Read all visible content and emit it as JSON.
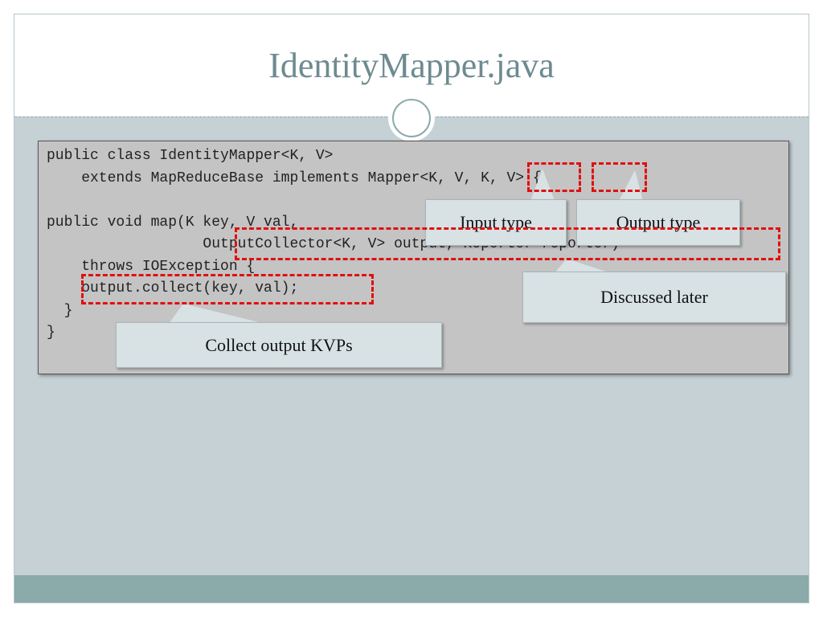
{
  "slide": {
    "title": "IdentityMapper.java"
  },
  "code": {
    "line1": "public class IdentityMapper<K, V>",
    "line2": "    extends MapReduceBase implements Mapper<K, V, K, V> {",
    "line3": "public void map(K key, V val,",
    "line4": "                  OutputCollector<K, V> output, Reporter reporter)",
    "line5": "    throws IOException {",
    "line6": "    output.collect(key, val);",
    "line7": "  }",
    "line8": "}"
  },
  "callouts": {
    "input_type": "Input type",
    "output_type": "Output  type",
    "discussed_later": "Discussed  later",
    "collect_output": "Collect output KVPs"
  },
  "colors": {
    "title": "#6d8b90",
    "highlight": "#e01010",
    "body_bg": "#c6d1d6",
    "footer_bg": "#8baaaa",
    "code_bg": "#c4c4c4",
    "callout_bg": "#d8e2e5"
  }
}
